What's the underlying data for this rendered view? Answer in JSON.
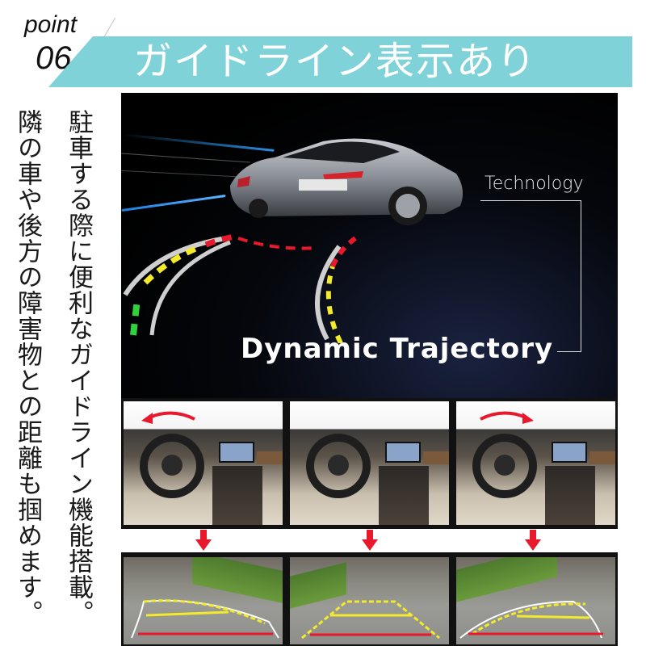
{
  "header": {
    "point_word": "point",
    "point_number": "06",
    "title": "ガイドライン表示あり",
    "band_color": "#7fd3d8"
  },
  "description": {
    "line1": "駐車する際に便利なガイドライン機能搭載。",
    "line2": "隣の車や後方の障害物との距離も掴めます。"
  },
  "hero": {
    "tech_label": "Technology",
    "headline": "Dynamic Trajectory",
    "icons": [
      "sports-car-image",
      "trajectory-guide-lines"
    ]
  },
  "steps": [
    {
      "steering": "turn-left",
      "arrow_icon": "curved-arrow-left-icon",
      "down_icon": "down-arrow-icon",
      "guide": "curve-left"
    },
    {
      "steering": "straight",
      "arrow_icon": null,
      "down_icon": "down-arrow-icon",
      "guide": "straight"
    },
    {
      "steering": "turn-right",
      "arrow_icon": "curved-arrow-right-icon",
      "down_icon": "down-arrow-icon",
      "guide": "curve-right"
    }
  ],
  "colors": {
    "accent_red": "#e8192c",
    "guide_yellow": "#f2ea2a",
    "guide_green": "#2fd23a"
  }
}
